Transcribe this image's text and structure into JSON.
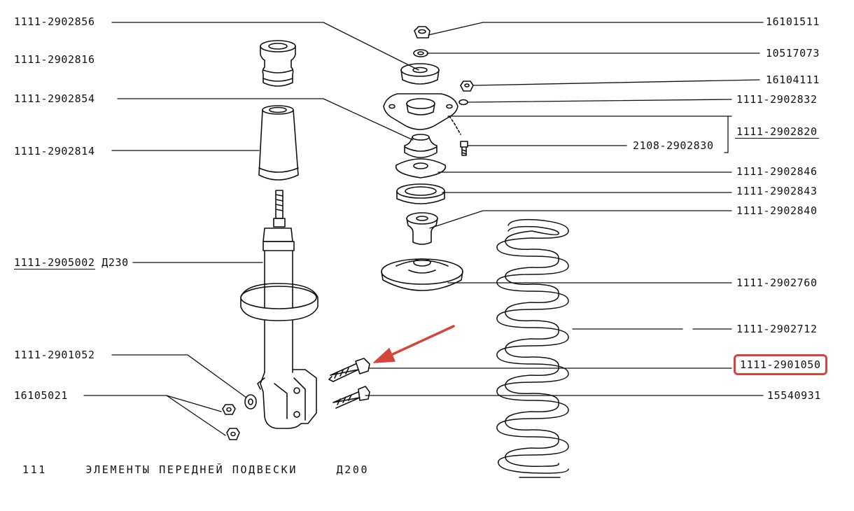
{
  "parts": [
    {
      "id": "p01",
      "code": "1111-2902856"
    },
    {
      "id": "p02",
      "code": "1111-2902816"
    },
    {
      "id": "p03",
      "code": "1111-2902854"
    },
    {
      "id": "p04",
      "code": "1111-2902814"
    },
    {
      "id": "p05",
      "code": "1111-2905002",
      "suffix": "Д230"
    },
    {
      "id": "p06",
      "code": "1111-2901052"
    },
    {
      "id": "p07",
      "code": "16105021"
    },
    {
      "id": "p08",
      "code": "16101511"
    },
    {
      "id": "p09",
      "code": "10517073"
    },
    {
      "id": "p10",
      "code": "16104111"
    },
    {
      "id": "p11",
      "code": "1111-2902832"
    },
    {
      "id": "p12",
      "code": "1111-2902820"
    },
    {
      "id": "p13",
      "code": "2108-2902830"
    },
    {
      "id": "p14",
      "code": "1111-2902846"
    },
    {
      "id": "p15",
      "code": "1111-2902843"
    },
    {
      "id": "p16",
      "code": "1111-2902840"
    },
    {
      "id": "p17",
      "code": "1111-2902760"
    },
    {
      "id": "p18",
      "code": "1111-2902712"
    },
    {
      "id": "p19",
      "code": "1111-2901050",
      "highlighted": true
    },
    {
      "id": "p20",
      "code": "15540931"
    }
  ],
  "footer": {
    "page": "111",
    "title": "ЭЛЕМЕНТЫ ПЕРЕДНЕЙ ПОДВЕСКИ",
    "section": "Д200"
  },
  "colors": {
    "ink": "#111111",
    "highlight": "#d6453a",
    "arrow": "#d6453a"
  }
}
